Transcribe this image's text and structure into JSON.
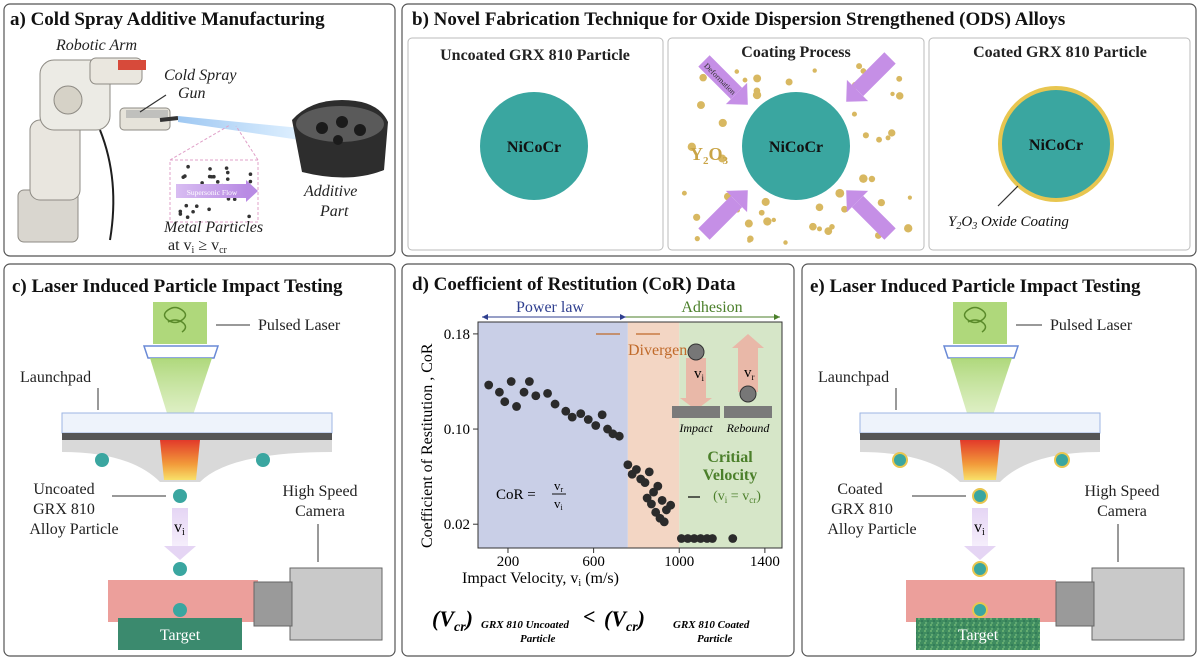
{
  "panel_a": {
    "title": "a) Cold Spray Additive Manufacturing",
    "robotic_arm": "Robotic Arm",
    "gun_line1": "Cold Spray",
    "gun_line2": "Gun",
    "flow": "Supersonic Flow",
    "metal_line1": "Metal Particles",
    "metal_line2": "at v",
    "metal_sub": "i",
    "metal_rest": " ≥ v",
    "metal_sub2": "cr",
    "part_line1": "Additive",
    "part_line2": "Part"
  },
  "panel_b": {
    "title": "b)   Novel Fabrication Technique for Oxide Dispersion Strengthened (ODS) Alloys",
    "uncoated_title": "Uncoated GRX 810 Particle",
    "coating_title": "Coating Process",
    "coated_title": "Coated GRX 810 Particle",
    "core": "NiCoCr",
    "deformation": "Deformation",
    "y2o3": "Y",
    "y2o3_sub": "2",
    "y2o3_o": "O",
    "y2o3_sub2": "3",
    "coating_label": "Y",
    "coating_label_sub": "2",
    "coating_label_o": "O",
    "coating_label_sub2": "3",
    "coating_label_rest": " Oxide Coating"
  },
  "panel_c": {
    "title": "c) Laser Induced Particle Impact Testing",
    "pulsed_laser": "Pulsed Laser",
    "launchpad": "Launchpad",
    "particle_l1": "Uncoated",
    "particle_l2": "GRX 810",
    "particle_l3": "Alloy Particle",
    "camera_l1": "High Speed",
    "camera_l2": "Camera",
    "velocity": "v",
    "velocity_sub": "i",
    "target": "Target"
  },
  "panel_d": {
    "title": "d) Coefficient of Restitution (CoR) Data",
    "power_law": "Power law",
    "adhesion": "Adhesion",
    "divergence": "Divergence",
    "impact": "Impact",
    "rebound": "Rebound",
    "vi": "v",
    "vi_sub": "i",
    "vr": "v",
    "vr_sub": "r",
    "critical_l1": "Critial",
    "critical_l2": "Velocity",
    "critical_l3": "(v",
    "critical_sub1": "i",
    "critical_mid": " = v",
    "critical_sub2": "cr",
    "critical_end": ")",
    "cor_eq": "CoR =",
    "frac_top": "v",
    "frac_top_sub": "r",
    "frac_bot": "v",
    "frac_bot_sub": "i",
    "inequality_left": "(V",
    "inequality_left_sub": "cr",
    "inequality_left_close": ")",
    "inequality_left_note1": "GRX 810 Uncoated",
    "inequality_left_note2": "Particle",
    "inequality_op": "<",
    "inequality_right": "(V",
    "inequality_right_sub": "cr",
    "inequality_right_close": ")",
    "inequality_right_note1": "GRX 810 Coated",
    "inequality_right_note2": "Particle"
  },
  "panel_e": {
    "title": "e) Laser Induced Particle Impact Testing",
    "pulsed_laser": "Pulsed Laser",
    "launchpad": "Launchpad",
    "particle_l1": "Coated",
    "particle_l2": "GRX 810",
    "particle_l3": "Alloy Particle",
    "camera_l1": "High Speed",
    "camera_l2": "Camera",
    "velocity": "v",
    "velocity_sub": "i",
    "target": "Target"
  },
  "chart_data": {
    "type": "scatter",
    "title": "",
    "xlabel": "Impact Velocity, v",
    "xlabel_sub": "i",
    "xlabel_unit": " (m/s)",
    "ylabel": "Coefficient of Restitution , CoR",
    "xlim": [
      60,
      1480
    ],
    "ylim": [
      0.0,
      0.19
    ],
    "xticks": [
      200,
      600,
      1000,
      1400
    ],
    "xtick_labels": [
      "200",
      "600",
      "1000",
      "1400"
    ],
    "yticks": [
      0.02,
      0.1,
      0.18
    ],
    "ytick_labels": [
      "0.02",
      "0.10",
      "0.18"
    ],
    "regions": [
      {
        "name": "Power law",
        "from": 60,
        "to": 760,
        "color": "#c9cfe7"
      },
      {
        "name": "Divergence",
        "from": 760,
        "to": 1000,
        "color": "#f3d6c4"
      },
      {
        "name": "Adhesion",
        "from": 1000,
        "to": 1480,
        "color": "#d6e6c8"
      }
    ],
    "points": [
      [
        110,
        0.137
      ],
      [
        160,
        0.131
      ],
      [
        185,
        0.123
      ],
      [
        215,
        0.14
      ],
      [
        240,
        0.119
      ],
      [
        275,
        0.131
      ],
      [
        300,
        0.14
      ],
      [
        330,
        0.128
      ],
      [
        385,
        0.13
      ],
      [
        420,
        0.121
      ],
      [
        470,
        0.115
      ],
      [
        500,
        0.11
      ],
      [
        540,
        0.113
      ],
      [
        575,
        0.108
      ],
      [
        610,
        0.103
      ],
      [
        640,
        0.112
      ],
      [
        665,
        0.1
      ],
      [
        690,
        0.096
      ],
      [
        720,
        0.094
      ],
      [
        760,
        0.07
      ],
      [
        780,
        0.062
      ],
      [
        800,
        0.066
      ],
      [
        820,
        0.058
      ],
      [
        840,
        0.055
      ],
      [
        860,
        0.064
      ],
      [
        880,
        0.047
      ],
      [
        900,
        0.052
      ],
      [
        920,
        0.04
      ],
      [
        940,
        0.032
      ],
      [
        960,
        0.036
      ],
      [
        850,
        0.042
      ],
      [
        870,
        0.037
      ],
      [
        890,
        0.03
      ],
      [
        910,
        0.025
      ],
      [
        930,
        0.022
      ],
      [
        1010,
        0.008
      ],
      [
        1040,
        0.008
      ],
      [
        1070,
        0.008
      ],
      [
        1100,
        0.008
      ],
      [
        1130,
        0.008
      ],
      [
        1155,
        0.008
      ],
      [
        1250,
        0.008
      ]
    ],
    "colors": {
      "points": "#2b2b2b"
    }
  },
  "colors": {
    "teal": "#3aa6a0",
    "gold": "#d8b861",
    "purple": "#c58fe6",
    "laser": "#a6d46d",
    "target": "#3b8a6e",
    "camera": "#c9c9c9",
    "target_block": "#e98e8a"
  }
}
